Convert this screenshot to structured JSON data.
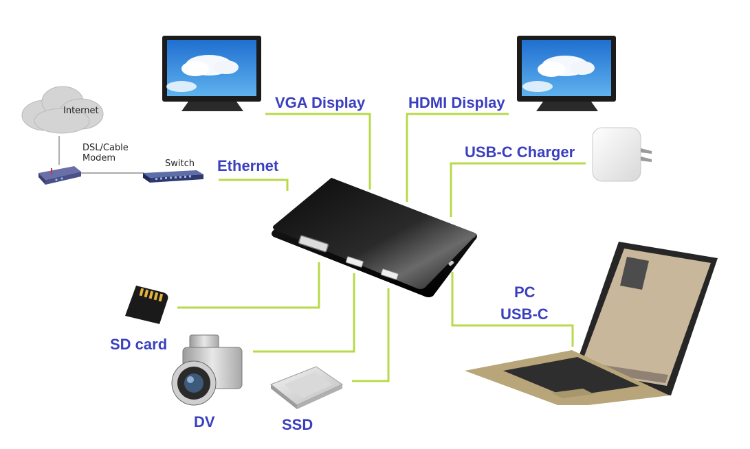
{
  "labels": {
    "vga": "VGA Display",
    "hdmi": "HDMI Display",
    "ethernet": "Ethernet",
    "charger": "USB-C Charger",
    "pc": "PC",
    "usbc": "USB-C",
    "sd": "SD card",
    "dv": "DV",
    "ssd": "SSD"
  },
  "network": {
    "internet": "Internet",
    "modem_line1": "DSL/Cable",
    "modem_line2": "Modem",
    "switch": "Switch"
  },
  "colors": {
    "connector_line": "#b8d94a",
    "label": "#3a3fbf",
    "hub_body": "#111111"
  }
}
